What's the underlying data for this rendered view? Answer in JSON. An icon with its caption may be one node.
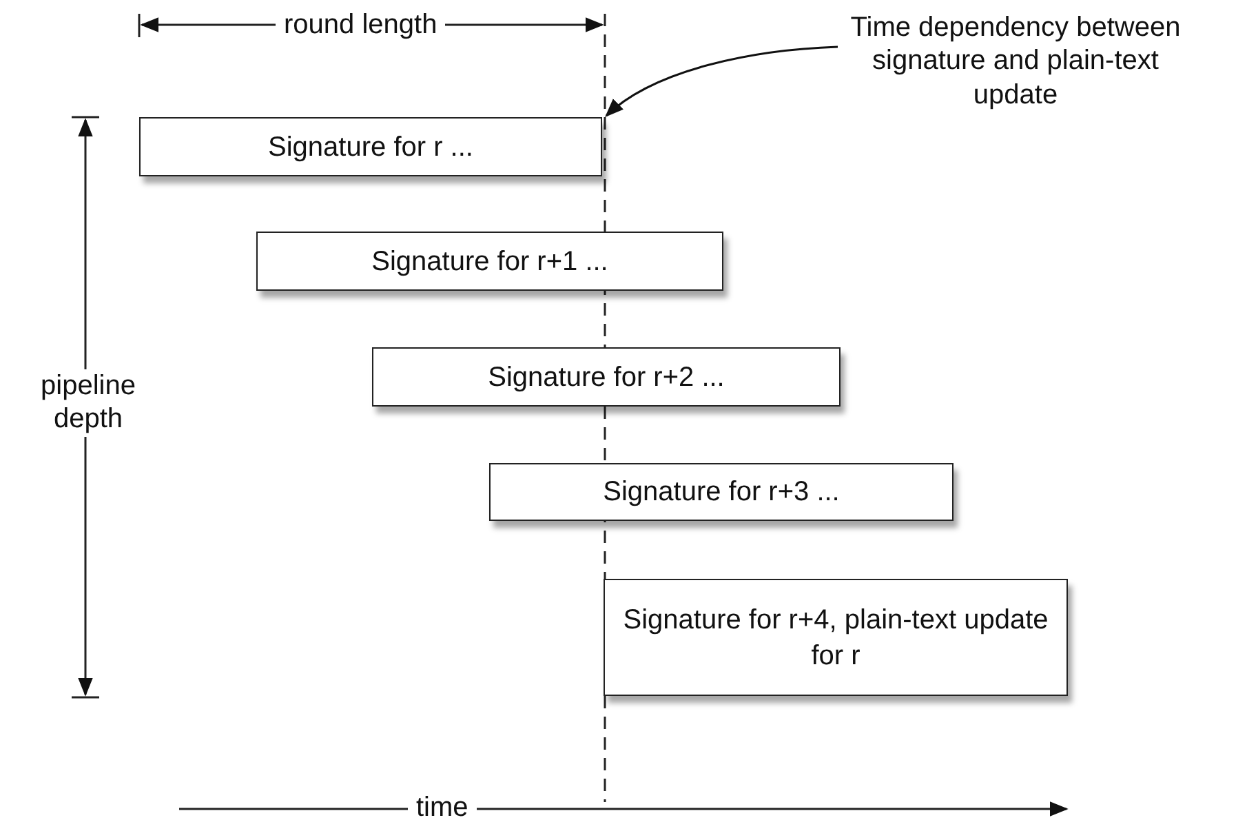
{
  "diagram": {
    "nodes": [
      {
        "text": [
          "Signature for r ..."
        ]
      },
      {
        "text": [
          "Signature for r+1 ..."
        ]
      },
      {
        "text": [
          "Signature for r+2 ..."
        ]
      },
      {
        "text": [
          "Signature for r+3 ..."
        ]
      },
      {
        "text": [
          "Signature for r+4, plain-text update for r"
        ]
      },
      {
        "text": [
          "Time dependency between signature and plain-text update"
        ]
      }
    ],
    "edges": [
      {
        "from": 5,
        "to": 0,
        "arrow": "to"
      }
    ],
    "labels": [
      "round length",
      "pipeline depth",
      "time"
    ]
  }
}
